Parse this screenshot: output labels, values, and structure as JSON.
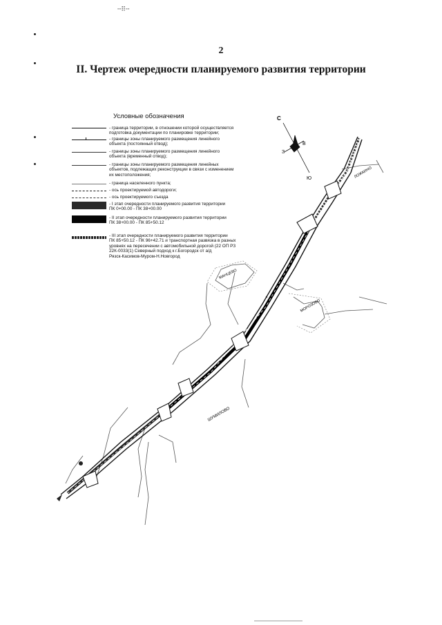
{
  "header": {
    "scan_mark": "╌⠿╌",
    "page_number": "2",
    "title": "II. Чертеж очередности планируемого развития территории"
  },
  "legend": {
    "title": "Условные обозначения",
    "items": [
      {
        "symbol": "thick-line",
        "text": "- граница территории, в отношении которой осуществляется\nподготовка документации по планировке территории;"
      },
      {
        "symbol": "line-tick",
        "text": "- границы зоны планируемого  размещения линейного\nобъекта (постоянный отвод);"
      },
      {
        "symbol": "thin-line",
        "text": "- границы зоны планируемого  размещения линейного\nобъекта (временный отвод);"
      },
      {
        "symbol": "thin-line",
        "text": "- границы зоны планируемого размещения линейных\nобъектов, подлежащих реконструкции в связи с изменением\nих местоположения;"
      },
      {
        "symbol": "thin-gray-line",
        "text": "- граница  населенного пункта;"
      },
      {
        "symbol": "dash-line",
        "text": "- ось проектируемой автодороги;"
      },
      {
        "symbol": "long-dash-line",
        "text": "- ось проектируемого съезда"
      },
      {
        "symbol": "dark-band",
        "text": "- I этап очередности планируемого развития территории\nПК 0+00.00 - ПК 38+00.00"
      },
      {
        "symbol": "black-band",
        "text": "- II этап очередности планируемого развития территории\nПК 38+00.00 - ПК 85+50.12"
      },
      {
        "symbol": "hatched-band",
        "text": "- III этап очередности планируемого развития территории\nПК 85+50.12 - ПК 96+42.71 и транспортная развязка в разных\nуровнях на пересечении с автомобильной дорогой (22 ОП РЗ\n22К-0033(1) Северный подход к г.Богородск от а/д\nРязск-Касимов-Муром-Н.Новгород"
      }
    ]
  },
  "compass": {
    "north": "С",
    "east": "В",
    "south": "Ю",
    "west": "З"
  },
  "map_labels": {
    "road_ne": "ЛОЖКИНО",
    "village_mid_left": "МАНЦЕВО",
    "village_mid_right": "МОРОЗОВО",
    "village_bottom": "ШУМИЛОВО"
  }
}
